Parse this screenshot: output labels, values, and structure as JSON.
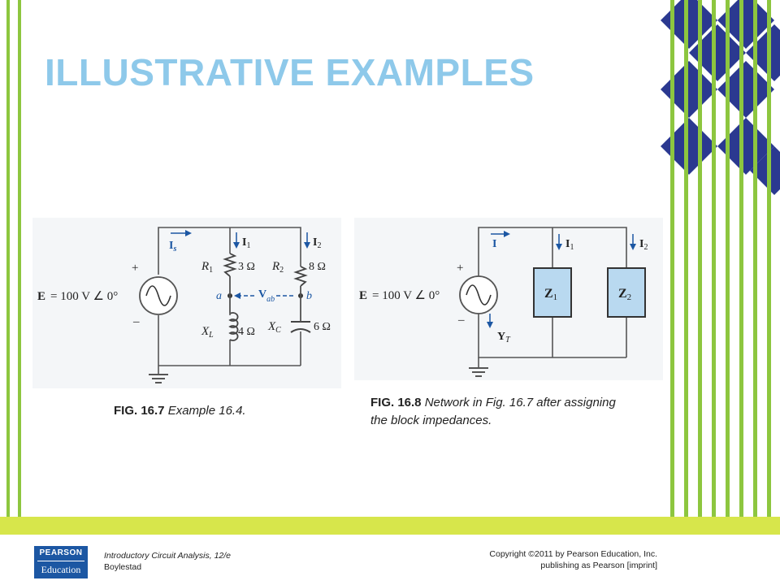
{
  "title": "ILLUSTRATIVE EXAMPLES",
  "figure_1": {
    "caption_label": "FIG. 16.7",
    "caption_text": " Example 16.4.",
    "source_label": "E",
    "source_value": "= 100 V ∠ 0°",
    "plus": "+",
    "minus": "–",
    "current_source": "I",
    "current_source_sub": "s",
    "current_1": "I",
    "current_1_sub": "1",
    "current_2": "I",
    "current_2_sub": "2",
    "r1_label": "R",
    "r1_sub": "1",
    "r1_value": "3 Ω",
    "r2_label": "R",
    "r2_sub": "2",
    "r2_value": "8 Ω",
    "node_a": "a",
    "node_b": "b",
    "vab_label": "V",
    "vab_sub": "ab",
    "xl_label": "X",
    "xl_sub": "L",
    "xl_value": "4 Ω",
    "xc_label": "X",
    "xc_sub": "C",
    "xc_value": "6 Ω"
  },
  "figure_2": {
    "caption_label": "FIG. 16.8",
    "caption_text": " Network in Fig. 16.7 after assigning the block impedances.",
    "source_label": "E",
    "source_value": "= 100 V ∠ 0°",
    "plus": "+",
    "minus": "–",
    "current_total": "I",
    "current_1": "I",
    "current_1_sub": "1",
    "current_2": "I",
    "current_2_sub": "2",
    "z1_label": "Z",
    "z1_sub": "1",
    "z2_label": "Z",
    "z2_sub": "2",
    "yt_label": "Y",
    "yt_sub": "T"
  },
  "footer": {
    "logo_top": "PEARSON",
    "logo_bottom": "Education",
    "book_title": "Introductory Circuit Analysis, 12/e",
    "book_author": "Boylestad",
    "copyright_line1": "Copyright ©2011 by Pearson Education, Inc.",
    "copyright_line2": "publishing as Pearson [imprint]"
  },
  "colors": {
    "title": "#8ec9ea",
    "green_stripes": "#8dc63f",
    "lime_band": "#d7e64b",
    "diamond_blue": "#2b3990",
    "block_fill": "#b9d9f0",
    "wire": "#555555",
    "arrow": "#1c57a3"
  }
}
